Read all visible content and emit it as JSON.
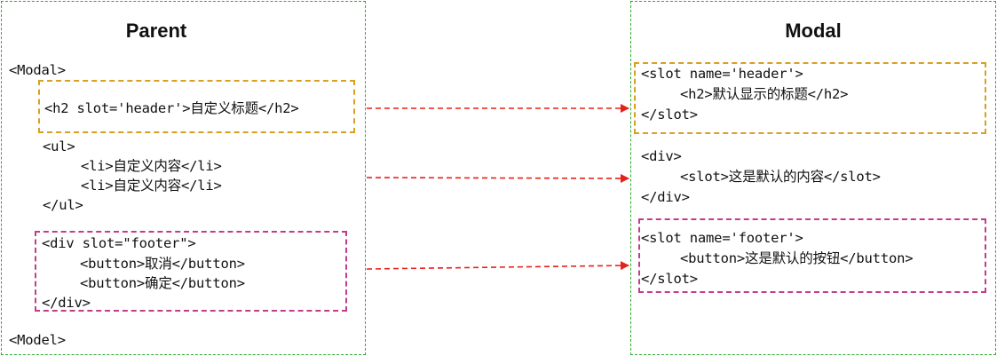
{
  "parent": {
    "title": "Parent",
    "open_tag": "<Modal>",
    "header_line": "<h2 slot='header'>自定义标题</h2>",
    "list": {
      "open": "<ul>",
      "items": [
        "<li>自定义内容</li>",
        "<li>自定义内容</li>"
      ],
      "close": "</ul>"
    },
    "footer": {
      "open": "<div slot=\"footer\">",
      "buttons": [
        "<button>取消</button>",
        "<button>确定</button>"
      ],
      "close": "</div>"
    },
    "close_tag": "<Model>"
  },
  "modal": {
    "title": "Modal",
    "header_slot": {
      "open": "<slot name='header'>",
      "default": "<h2>默认显示的标题</h2>",
      "close": "</slot>"
    },
    "content_div": {
      "open": "<div>",
      "default": "<slot>这是默认的内容</slot>",
      "close": "</div>"
    },
    "footer_slot": {
      "open": "<slot name='footer'>",
      "default": "<button>这是默认的按钮</button>",
      "close": "</slot>"
    }
  },
  "colors": {
    "panel_border": "#2eaa2e",
    "header_box": "#d9a022",
    "footer_box": "#c23c8c",
    "arrow": "#e8201a"
  }
}
